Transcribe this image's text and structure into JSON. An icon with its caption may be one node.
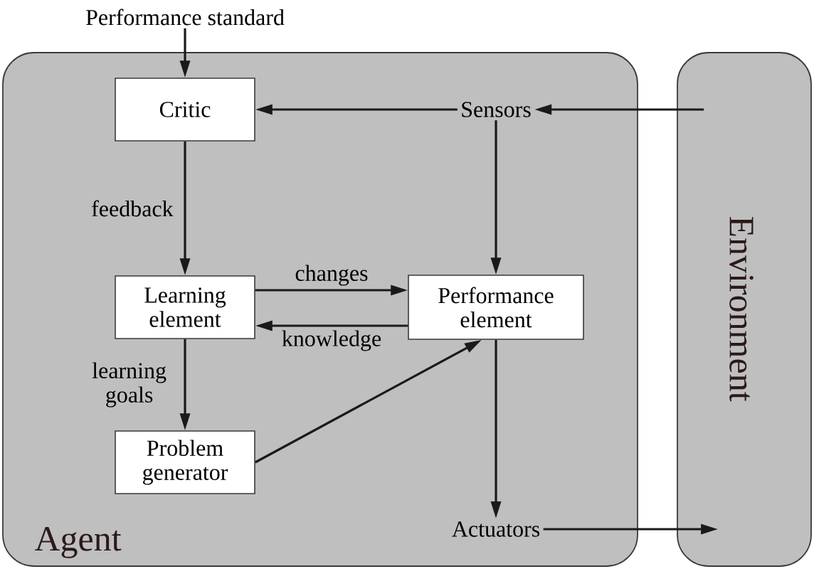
{
  "diagram": {
    "nodes": [
      {
        "text": [
          "Performance standard"
        ]
      },
      {
        "text": [
          "Agent"
        ]
      },
      {
        "text": [
          "Critic"
        ],
        "in": 1
      },
      {
        "text": [
          "Sensors"
        ],
        "in": 1
      },
      {
        "text": [
          "Learning element"
        ],
        "in": 1
      },
      {
        "text": [
          "Performance element"
        ],
        "in": 1
      },
      {
        "text": [
          "Problem generator"
        ],
        "in": 1
      },
      {
        "text": [
          "Actuators"
        ],
        "in": 1
      },
      {
        "text": [
          "Environment"
        ]
      }
    ],
    "edges": [
      {
        "from": 0,
        "to": 2,
        "arrow": "to"
      },
      {
        "from": 3,
        "to": 2,
        "arrow": "to"
      },
      {
        "from": 8,
        "to": 3,
        "arrow": "to"
      },
      {
        "from": 3,
        "to": 5,
        "arrow": "to"
      },
      {
        "from": 2,
        "to": 4,
        "arrow": "to",
        "label": "feedback"
      },
      {
        "from": 4,
        "to": 5,
        "arrow": "to",
        "label": "changes"
      },
      {
        "from": 5,
        "to": 4,
        "arrow": "to",
        "label": "knowledge"
      },
      {
        "from": 4,
        "to": 6,
        "arrow": "to",
        "label": "learning goals"
      },
      {
        "from": 6,
        "to": 5,
        "arrow": "to"
      },
      {
        "from": 5,
        "to": 7,
        "arrow": "to"
      },
      {
        "from": 7,
        "to": 8,
        "arrow": "to"
      }
    ]
  }
}
